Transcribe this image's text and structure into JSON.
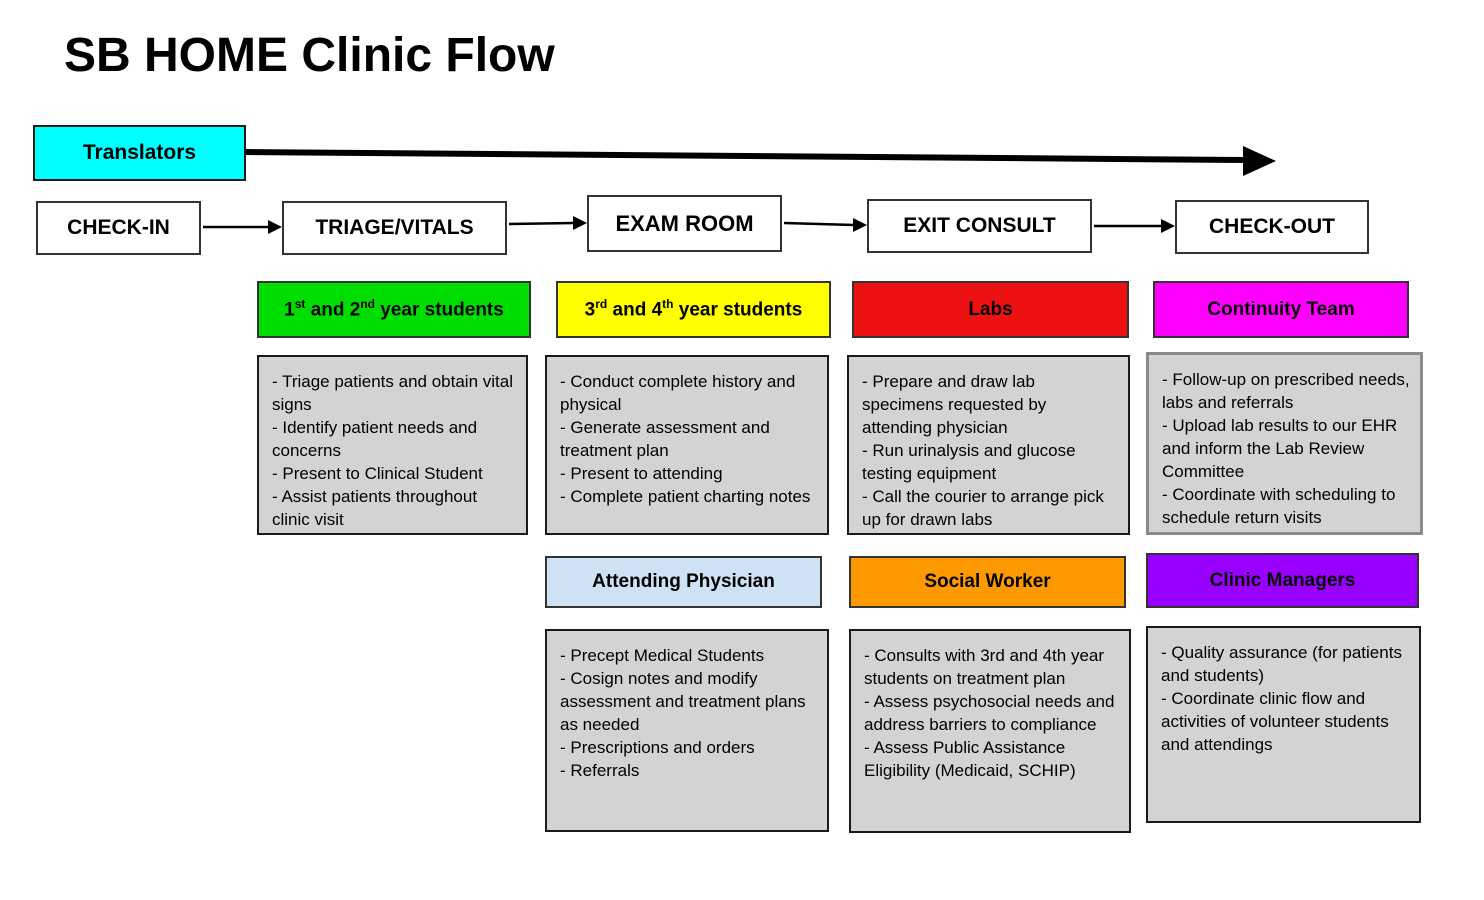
{
  "title": "SB HOME Clinic Flow",
  "translators": {
    "label": "Translators"
  },
  "flow_steps": {
    "check_in": "CHECK-IN",
    "triage_vitals": "TRIAGE/VITALS",
    "exam_room": "EXAM ROOM",
    "exit_consult": "EXIT CONSULT",
    "check_out": "CHECK-OUT"
  },
  "colors": {
    "translators": "#00FFFF",
    "students_1_2": "#00DD00",
    "students_3_4": "#FFFF00",
    "labs": "#EE1111",
    "continuity_team": "#FF00FF",
    "attending_physician": "#CFE2F3",
    "social_worker": "#FF9900",
    "clinic_managers": "#9900FF",
    "duty_box_bg": "#D3D3D3"
  },
  "roles": {
    "students_1_2": {
      "label": "1st and 2nd year students",
      "label_parts": {
        "a": "1",
        "a_sup": "st",
        "b": " and 2",
        "b_sup": "nd",
        "c": " year students"
      },
      "duties": [
        "- Triage patients and obtain vital signs",
        "- Identify patient needs and concerns",
        "- Present to Clinical Student",
        "- Assist patients throughout clinic visit"
      ]
    },
    "students_3_4": {
      "label": "3rd and 4th year students",
      "label_parts": {
        "a": "3",
        "a_sup": "rd",
        "b": " and 4",
        "b_sup": "th",
        "c": " year students"
      },
      "duties": [
        "- Conduct complete history and physical",
        "- Generate assessment and treatment plan",
        "- Present to attending",
        "- Complete patient charting notes"
      ]
    },
    "labs": {
      "label": "Labs",
      "duties": [
        "- Prepare and draw lab specimens requested by attending physician",
        "- Run urinalysis and glucose testing equipment",
        "- Call the courier to arrange pick up for drawn labs"
      ]
    },
    "continuity_team": {
      "label": "Continuity Team",
      "duties": [
        "- Follow-up on prescribed needs, labs and referrals",
        "- Upload lab results to our EHR and inform the Lab Review Committee",
        "- Coordinate with scheduling to schedule return visits"
      ]
    },
    "attending_physician": {
      "label": "Attending Physician",
      "duties": [
        "- Precept Medical Students",
        "- Cosign notes and modify assessment and treatment plans as needed",
        "- Prescriptions and orders",
        "- Referrals"
      ]
    },
    "social_worker": {
      "label": "Social Worker",
      "duties": [
        "- Consults with 3rd and 4th year students on treatment plan",
        "- Assess psychosocial needs and address barriers to compliance",
        "- Assess Public Assistance Eligibility (Medicaid, SCHIP)"
      ]
    },
    "clinic_managers": {
      "label": "Clinic Managers",
      "duties": [
        "- Quality assurance (for patients and students)",
        "- Coordinate clinic flow and activities of volunteer students and attendings"
      ]
    }
  }
}
